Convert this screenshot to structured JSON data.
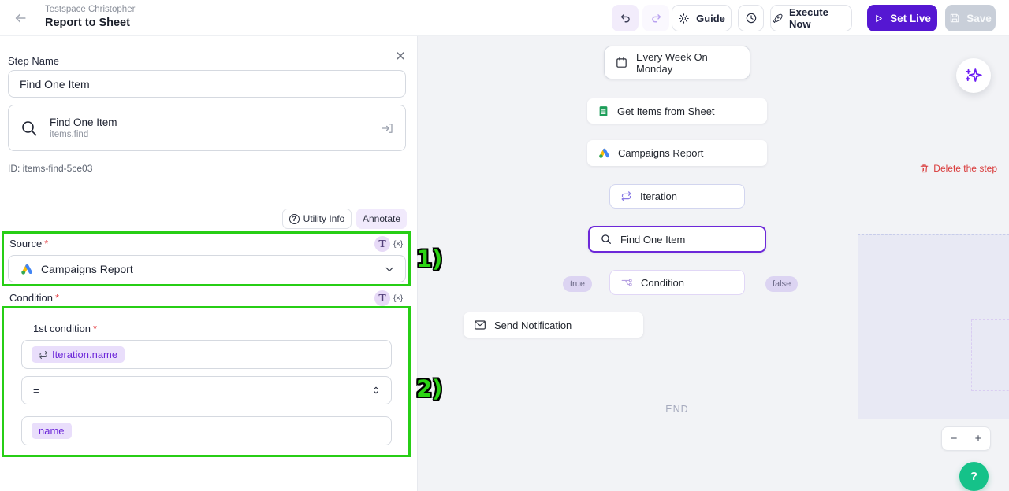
{
  "colors": {
    "accent_purple": "#5517d2",
    "selected_node_border": "#6d28d9",
    "annotation_green": "#27ce15",
    "help_green": "#15c289",
    "delete_red": "#d93a3a",
    "token_text_purple": "#6d28d9",
    "token_bg": "#e9defb"
  },
  "header": {
    "workspace_name": "Testspace Christopher",
    "flow_title": "Report to Sheet",
    "guide_label": "Guide",
    "execute_now_label": "Execute Now",
    "set_live_label": "Set Live",
    "save_label": "Save"
  },
  "panel": {
    "step_name_label": "Step Name",
    "step_name_value": "Find One Item",
    "action_card": {
      "title": "Find One Item",
      "subtitle": "items.find"
    },
    "step_id": "ID: items-find-5ce03",
    "delete_label": "Delete the step",
    "utility_info_label": "Utility Info",
    "annotate_label": "Annotate",
    "required_marker": "*",
    "type_icon_glyph": "T",
    "variable_icon_glyph": "{×}",
    "source_label": "Source",
    "source_value": "Campaigns Report",
    "condition_label": "Condition",
    "first_condition_label": "1st condition",
    "condition_field_token": "Iteration.name",
    "condition_operator": "=",
    "condition_value_token": "name"
  },
  "canvas": {
    "nodes": {
      "schedule": "Every Week On Monday",
      "sheet": "Get Items from Sheet",
      "report": "Campaigns Report",
      "iteration": "Iteration",
      "find": "Find One Item",
      "condition": "Condition",
      "notify": "Send Notification"
    },
    "branch_true": "true",
    "branch_false": "false",
    "end_label": "END"
  },
  "annotations": {
    "first": "1)",
    "second": "2)"
  },
  "zoom_controls": {
    "out": "−",
    "in": "+"
  },
  "help_label": "?"
}
